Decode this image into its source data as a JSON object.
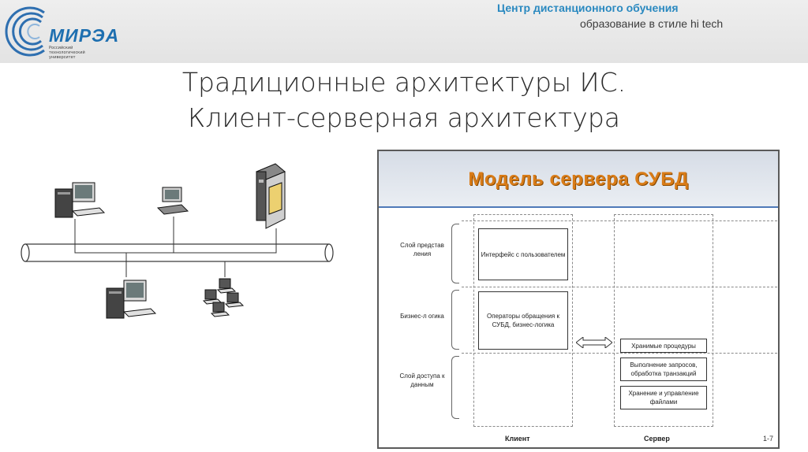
{
  "header": {
    "center_title": "Центр дистанционного обучения",
    "center_subtitle": "образование в стиле hi tech",
    "logo": {
      "name": "МИРЭА",
      "sub_lines": [
        "Российский",
        "технологический",
        "университет"
      ]
    }
  },
  "slide": {
    "title_line1": "Традиционные архитектуры ИС.",
    "title_line2": "Клиент-серверная архитектура"
  },
  "network": {
    "icons": [
      "desktop-computer-icon",
      "laptop-icon",
      "server-icon",
      "desktop-computer-icon",
      "workgroup-computers-icon"
    ]
  },
  "model": {
    "title": "Модель сервера СУБД",
    "layers": [
      "Слой представ ления",
      "Бизнес-л огика",
      "Слой доступа к данным"
    ],
    "client_boxes": [
      "Интерфейс с пользователем",
      "Операторы обращения к СУБД, бизнес-логика"
    ],
    "server_boxes": [
      "Хранимые процедуры",
      "Выполнение запросов, обработка транзакций",
      "Хранение и управление файлами"
    ],
    "client_label": "Клиент",
    "server_label": "Сервер",
    "page": "1-7"
  },
  "colors": {
    "header_blue": "#2a89c0",
    "model_title_orange": "#d97c18",
    "model_rule_blue": "#4e79b8"
  }
}
